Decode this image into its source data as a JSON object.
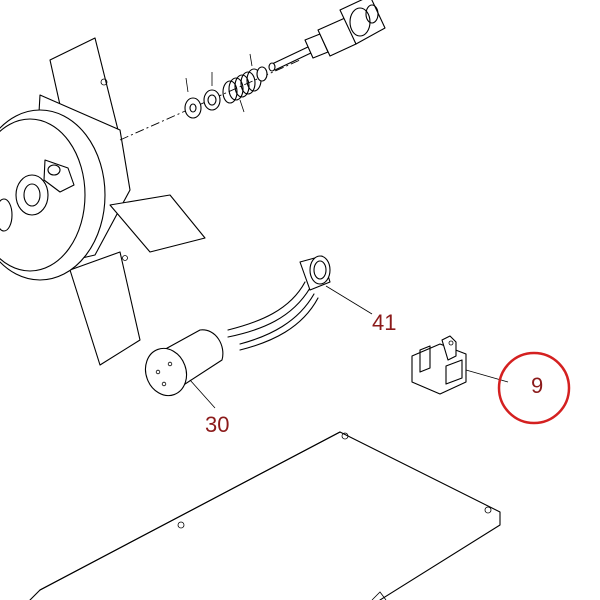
{
  "callouts": [
    {
      "id": "41",
      "label": "41"
    },
    {
      "id": "30",
      "label": "30"
    },
    {
      "id": "9",
      "label": "9"
    }
  ],
  "colors": {
    "callout_text": "#8b1a1a",
    "highlight_circle": "#d42020",
    "line": "#000000",
    "background": "#ffffff"
  },
  "highlighted_callout": "9"
}
